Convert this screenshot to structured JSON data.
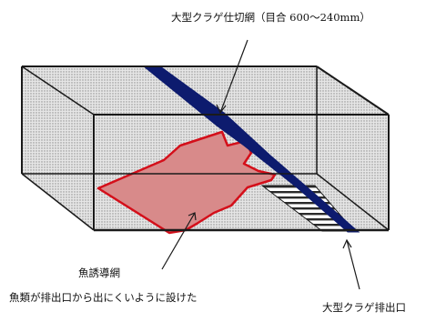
{
  "labels": {
    "divider_net": "大型クラゲ仕切網（目合 600～240mm）",
    "guide_net_title": "魚誘導網",
    "guide_net_note": "魚類が排出口から出にくいように設けた",
    "outlet": "大型クラゲ排出口"
  },
  "colors": {
    "box_fill": "#d9d9d9",
    "box_edge": "#1a1a1a",
    "divider_net": "#0d1b6e",
    "guide_net_fill": "#d88a8a",
    "guide_net_edge": "#d40f1a",
    "outlet_stripes": "#2a2a2a"
  }
}
